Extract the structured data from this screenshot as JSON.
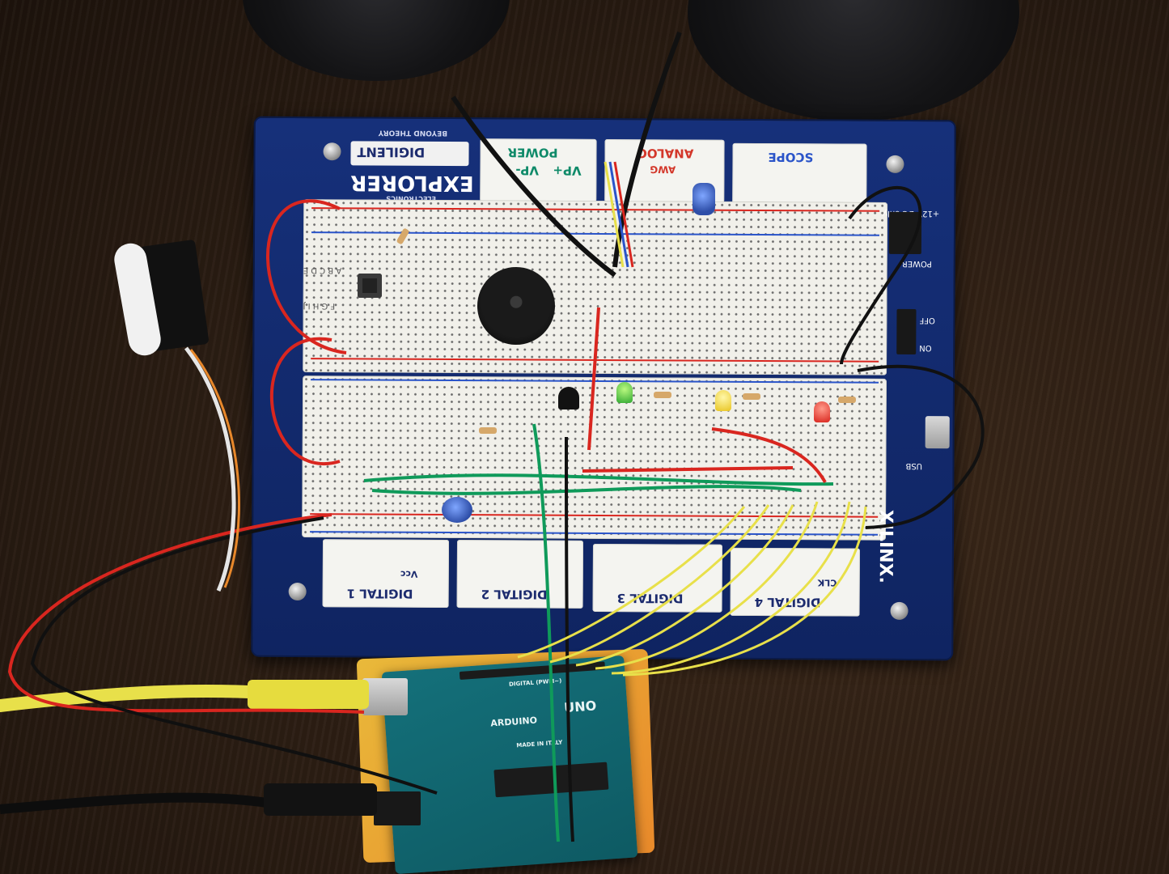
{
  "board": {
    "brand_name": "DIGILENT",
    "brand_tagline": "BEYOND THEORY",
    "product_name": "EXPLORER",
    "product_sub": "ELECTRONICS",
    "header_power": "POWER",
    "header_vp_plus": "VP+",
    "header_vp_minus": "VP-",
    "header_analog": "ANALOG",
    "header_awg": "AWG",
    "header_scope": "SCOPE",
    "header_digital_1": "DIGITAL 1",
    "header_digital_2": "DIGITAL 2",
    "header_digital_3": "DIGITAL 3",
    "header_digital_4": "DIGITAL 4",
    "vcc_label": "Vcc",
    "clk_label": "CLK",
    "partner_logo": "XILINX.",
    "power_label": "POWER",
    "dc_label": "+12V DC only",
    "usb_label": "USB",
    "switch_on": "ON",
    "switch_off": "OFF",
    "row_labels": "A B C D E",
    "row_labels_2": "F G H I J"
  },
  "arduino": {
    "brand": "ARDUINO",
    "model": "UNO",
    "made_in": "MADE IN ITALY",
    "digital_label": "DIGITAL (PWM~)"
  },
  "colors": {
    "board_blue": "#16307a",
    "wire_yellow": "#e8e04a",
    "wire_red": "#d9261f",
    "wire_green": "#0f9a5a",
    "wire_black": "#111111",
    "arduino_teal": "#14707a"
  }
}
